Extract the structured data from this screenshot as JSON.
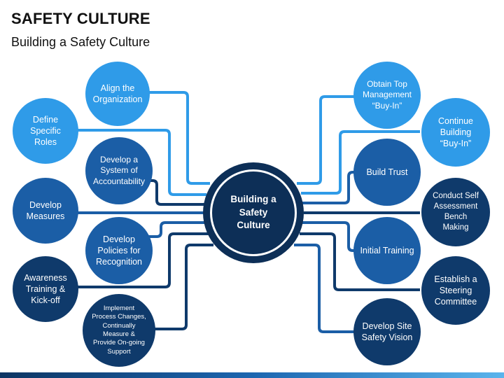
{
  "header": {
    "title": "SAFETY CULTURE",
    "subtitle": "Building a Safety Culture"
  },
  "center": {
    "label": "Building a\nSafety\nCulture"
  },
  "nodes": {
    "align": "Align the\nOrganization",
    "define": "Define\nSpecific Roles",
    "accountability": "Develop a\nSystem of\nAccountability",
    "measures": "Develop\nMeasures",
    "policies": "Develop\nPolicies for\nRecognition",
    "awareness": "Awareness\nTraining &\nKick-off",
    "implement": "Implement\nProcess Changes,\nContinually\nMeasure &\nProvide On-going\nSupport",
    "obtain": "Obtain Top\nManagement\n“Buy-In”",
    "continue": "Continue\nBuilding\n“Buy-In”",
    "trust": "Build Trust",
    "selfassess": "Conduct Self\nAssessment\nBench\nMaking",
    "initial": "Initial Training",
    "steering": "Establish a\nSteering\nCommittee",
    "vision": "Develop Site\nSafety Vision"
  },
  "colors": {
    "light_blue": "#2f9be8",
    "mid_blue": "#1b5ea6",
    "dark_navy": "#0f3a6b",
    "center_navy": "#0d2f57"
  }
}
